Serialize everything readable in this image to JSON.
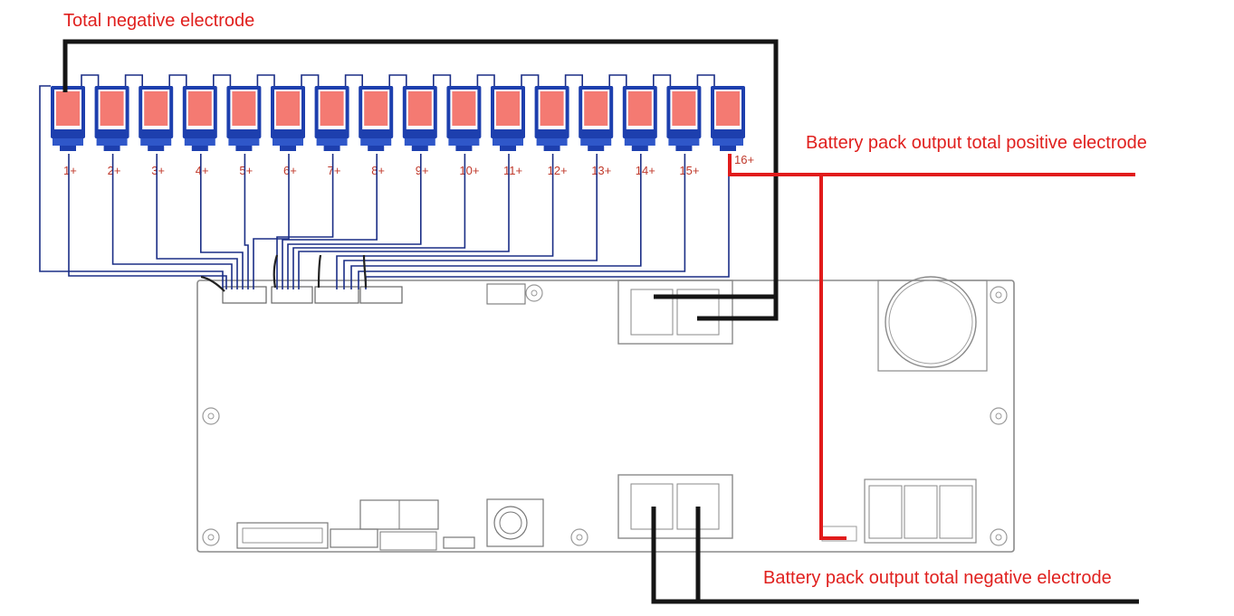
{
  "labels": {
    "total_negative": "Total negative electrode",
    "pack_positive": "Battery pack output total positive electrode",
    "pack_negative": "Battery pack output total negative electrode"
  },
  "cells": [
    "1+",
    "2+",
    "3+",
    "4+",
    "5+",
    "6+",
    "7+",
    "8+",
    "9+",
    "10+",
    "11+",
    "12+",
    "13+",
    "14+",
    "15+",
    "16+"
  ],
  "colors": {
    "cell_fill": "#f47a72",
    "cell_body": "#1d3fae",
    "cell_cap": "#2f57c9",
    "balance_wire": "#1b2e86",
    "negative_wire": "#151515",
    "positive_wire": "#e11b1b",
    "label_text": "#e0201e",
    "board_outline": "#8a8a8a"
  }
}
